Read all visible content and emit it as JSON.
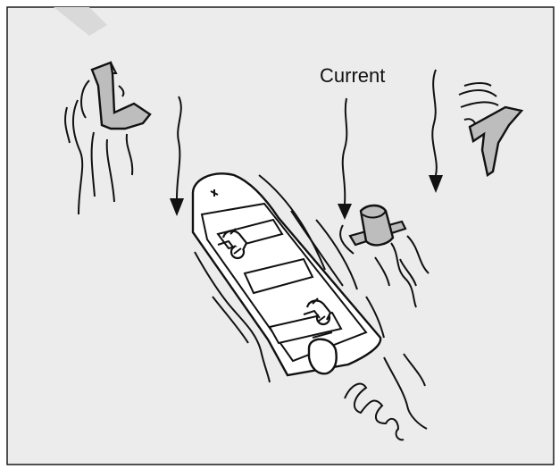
{
  "diagram": {
    "labels": {
      "current": "Current"
    },
    "colors": {
      "background": "#ececec",
      "border": "#1a1a1a",
      "object_fill": "#bdbdbd",
      "boat_fill": "#ffffff",
      "stroke": "#111111",
      "corner_mark": "#d9d9d9"
    },
    "elements": [
      "stump-left",
      "boat",
      "angler-bow",
      "angler-stern",
      "stump-center",
      "rock-right",
      "current-arrows",
      "wake-lines"
    ]
  }
}
